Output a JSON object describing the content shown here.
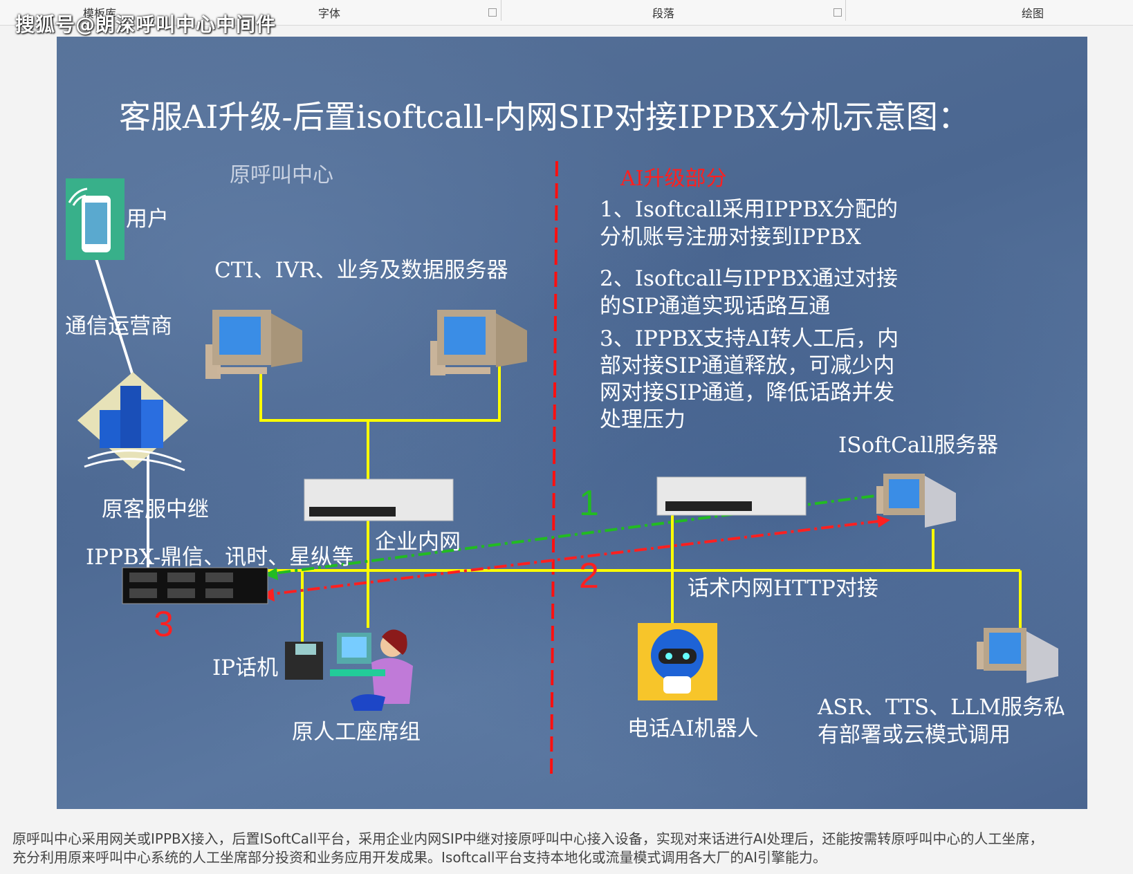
{
  "ribbon": {
    "groups": [
      "模板库",
      "字体",
      "段落",
      "绘图"
    ]
  },
  "watermark": "搜狐号@朗深呼叫中心中间件",
  "slide": {
    "title": "客服AI升级-后置isoftcall-内网SIP对接IPPBX分机示意图：",
    "left_section": "原呼叫中心",
    "right_section": "AI升级部分",
    "labels": {
      "user": "用户",
      "cti": "CTI、IVR、业务及数据服务器",
      "carrier": "通信运营商",
      "trunk": "原客服中继",
      "lan": "企业内网",
      "ippbx": "IPPBX-鼎信、讯时、星纵等",
      "ipphone": "IP话机",
      "agents": "原人工座席组",
      "isoftcall_server": "ISoftCall服务器",
      "http": "话术内网HTTP对接",
      "robot": "电话AI机器人",
      "asr_line1": "ASR、TTS、LLM服务私",
      "asr_line2": "有部署或云模式调用"
    },
    "points": [
      {
        "line1": "1、Isoftcall采用IPPBX分配的",
        "line2": "分机账号注册对接到IPPBX"
      },
      {
        "line1": "2、Isoftcall与IPPBX通过对接",
        "line2": "的SIP通道实现话路互通"
      },
      {
        "line1": "3、IPPBX支持AI转人工后，内",
        "line2": "部对接SIP通道释放，可减少内",
        "line3": "网对接SIP通道，降低话路并发",
        "line4": "处理压力"
      }
    ],
    "numbers": [
      "1",
      "2",
      "3"
    ],
    "colors": {
      "link": "#ffff00",
      "green_arrow": "#22bb22",
      "red_arrow": "#ff2020",
      "divider": "#ff1010"
    }
  },
  "caption": {
    "line1": "原呼叫中心采用网关或IPPBX接入，后置ISoftCall平台，采用企业内网SIP中继对接原呼叫中心接入设备，实现对来话进行AI处理后，还能按需转原呼叫中心的人工坐席，",
    "line2": "充分利用原来呼叫中心系统的人工坐席部分投资和业务应用开发成果。Isoftcall平台支持本地化或流量模式调用各大厂的AI引擎能力。"
  }
}
